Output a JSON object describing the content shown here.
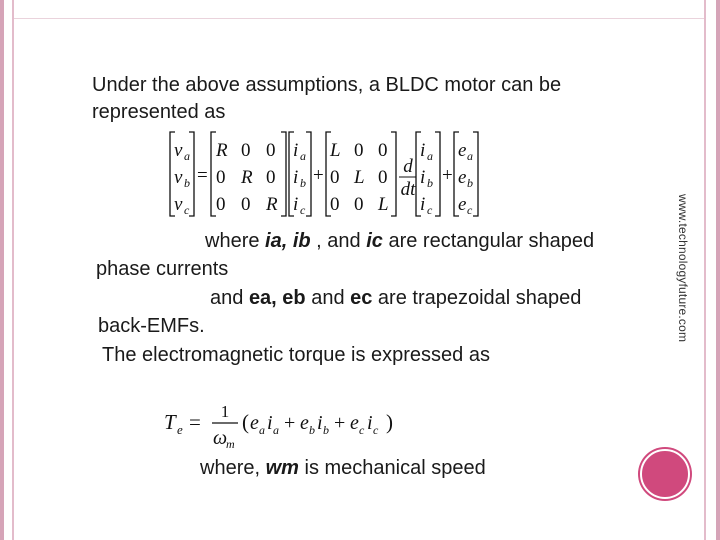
{
  "intro_text": "Under the above assumptions, a BLDC motor can be represented as",
  "para1": {
    "pre": "where ",
    "currents": "ia, ib",
    "sep": " , and ",
    "ic": "ic",
    "post": " are rectangular shaped"
  },
  "para2": "phase currents",
  "para3": {
    "pre": "and ",
    "emfs": "ea, eb",
    "sep": " and ",
    "ec": "ec",
    "post": " are trapezoidal shaped"
  },
  "para4": "back-EMFs.",
  "para5": "The electromagnetic torque is expressed as",
  "para6": {
    "pre": "where, ",
    "wm": "wm",
    "post": " is mechanical speed"
  },
  "watermark": "www.technologyfuture.com",
  "voltage_equation": {
    "v": [
      "v",
      "v",
      "v"
    ],
    "v_sub": [
      "a",
      "b",
      "c"
    ],
    "R_matrix": [
      [
        "R",
        "0",
        "0"
      ],
      [
        "0",
        "R",
        "0"
      ],
      [
        "0",
        "0",
        "R"
      ]
    ],
    "i": [
      "i",
      "i",
      "i"
    ],
    "i_sub": [
      "a",
      "b",
      "c"
    ],
    "L_matrix": [
      [
        "L",
        "0",
        "0"
      ],
      [
        "0",
        "L",
        "0"
      ],
      [
        "0",
        "0",
        "L"
      ]
    ],
    "d_num": "d",
    "d_den": "dt",
    "e": [
      "e",
      "e",
      "e"
    ],
    "e_sub": [
      "a",
      "b",
      "c"
    ],
    "equals": "=",
    "plus": "+"
  },
  "torque_equation": {
    "T": "T",
    "T_sub": "e",
    "equals": "=",
    "numerator": "1",
    "omega": "ω",
    "omega_sub": "m",
    "terms": [
      {
        "e": "e",
        "e_sub": "a",
        "i": "i",
        "i_sub": "a"
      },
      {
        "e": "e",
        "e_sub": "b",
        "i": "i",
        "i_sub": "b"
      },
      {
        "e": "e",
        "e_sub": "c",
        "i": "i",
        "i_sub": "c"
      }
    ],
    "plus": "+",
    "open_paren": "(",
    "close_paren": ")"
  },
  "colors": {
    "frame_dark": "#d6a4b8",
    "frame_light": "#e3bccb",
    "circle": "#d0497d",
    "text": "#1a1a1a"
  }
}
